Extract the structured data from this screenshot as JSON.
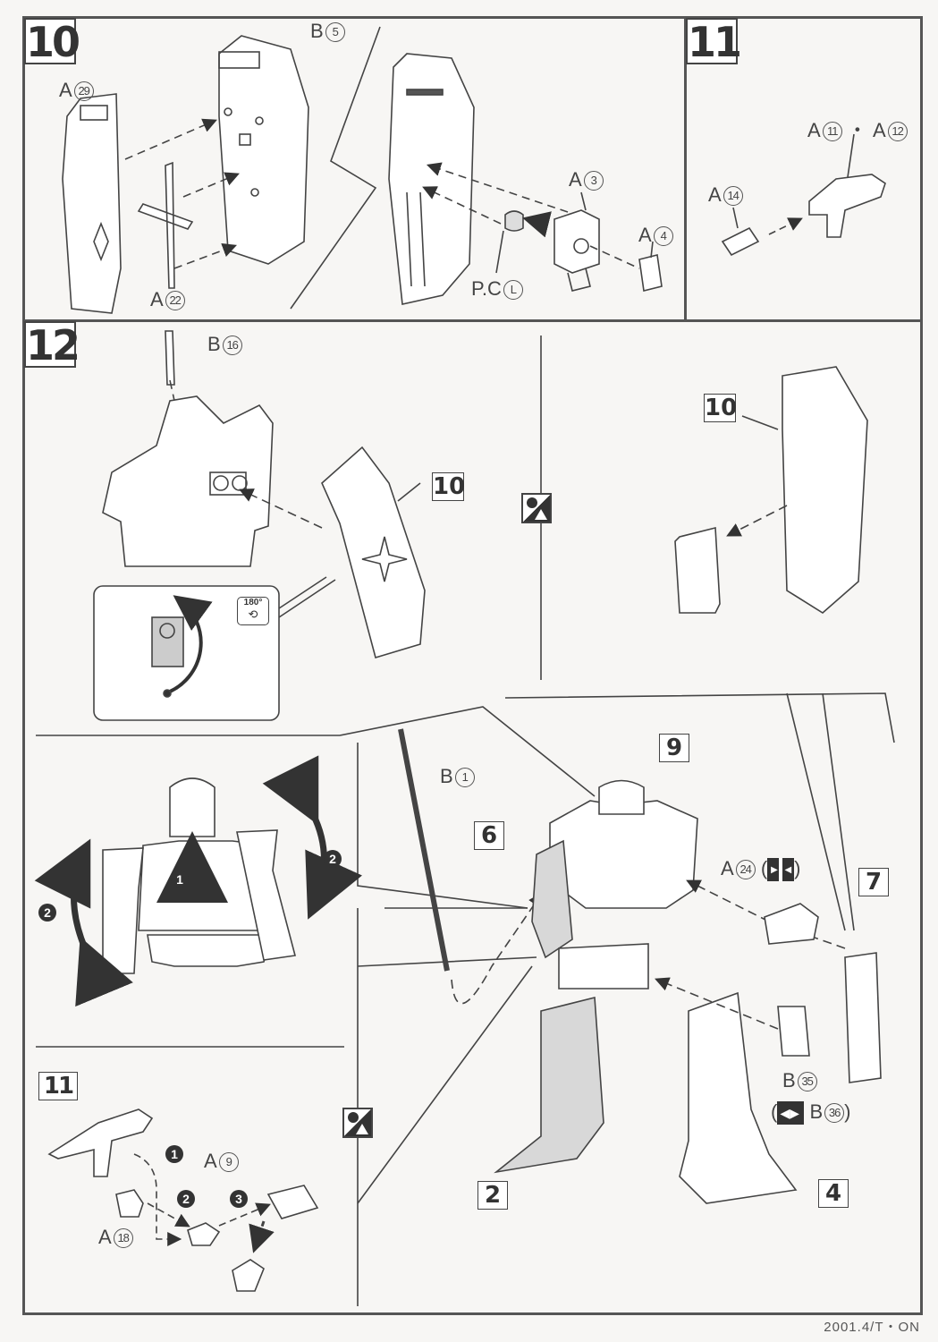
{
  "document": {
    "type": "model kit assembly instructions page",
    "footer_code": "2001.4/T・ON"
  },
  "steps": {
    "step10": {
      "number": "10",
      "parts": [
        {
          "runner": "A",
          "num": "29"
        },
        {
          "runner": "B",
          "num": "5"
        },
        {
          "runner": "A",
          "num": "22"
        },
        {
          "runner": "A",
          "num": "3"
        },
        {
          "runner": "A",
          "num": "4"
        }
      ],
      "poly_cap": {
        "prefix": "P.C",
        "num": "L"
      }
    },
    "step11": {
      "number": "11",
      "parts": [
        {
          "runner": "A",
          "num": "14"
        },
        {
          "runner": "A",
          "num": "11"
        },
        {
          "runner": "A",
          "num": "12"
        }
      ],
      "separator": "・"
    },
    "step12": {
      "number": "12",
      "parts": [
        {
          "runner": "B",
          "num": "16"
        },
        {
          "runner": "B",
          "num": "1"
        },
        {
          "runner": "A",
          "num": "24"
        },
        {
          "runner": "B",
          "num": "35"
        },
        {
          "runner": "B",
          "num": "36"
        },
        {
          "runner": "A",
          "num": "9"
        },
        {
          "runner": "A",
          "num": "18"
        }
      ],
      "subassembly_refs": [
        "10",
        "10",
        "9",
        "6",
        "7",
        "2",
        "4",
        "11"
      ],
      "rotate_badge": "180°",
      "sequence_markers": [
        "1",
        "2",
        "2",
        "1",
        "2",
        "3"
      ]
    }
  },
  "icons": [
    "option-part-mirror-icon",
    "option-part-swap-icon",
    "circle-triangle-alternate-icon",
    "rotate-180-icon",
    "dashed-arrow-icon",
    "curved-double-arrow-icon"
  ]
}
